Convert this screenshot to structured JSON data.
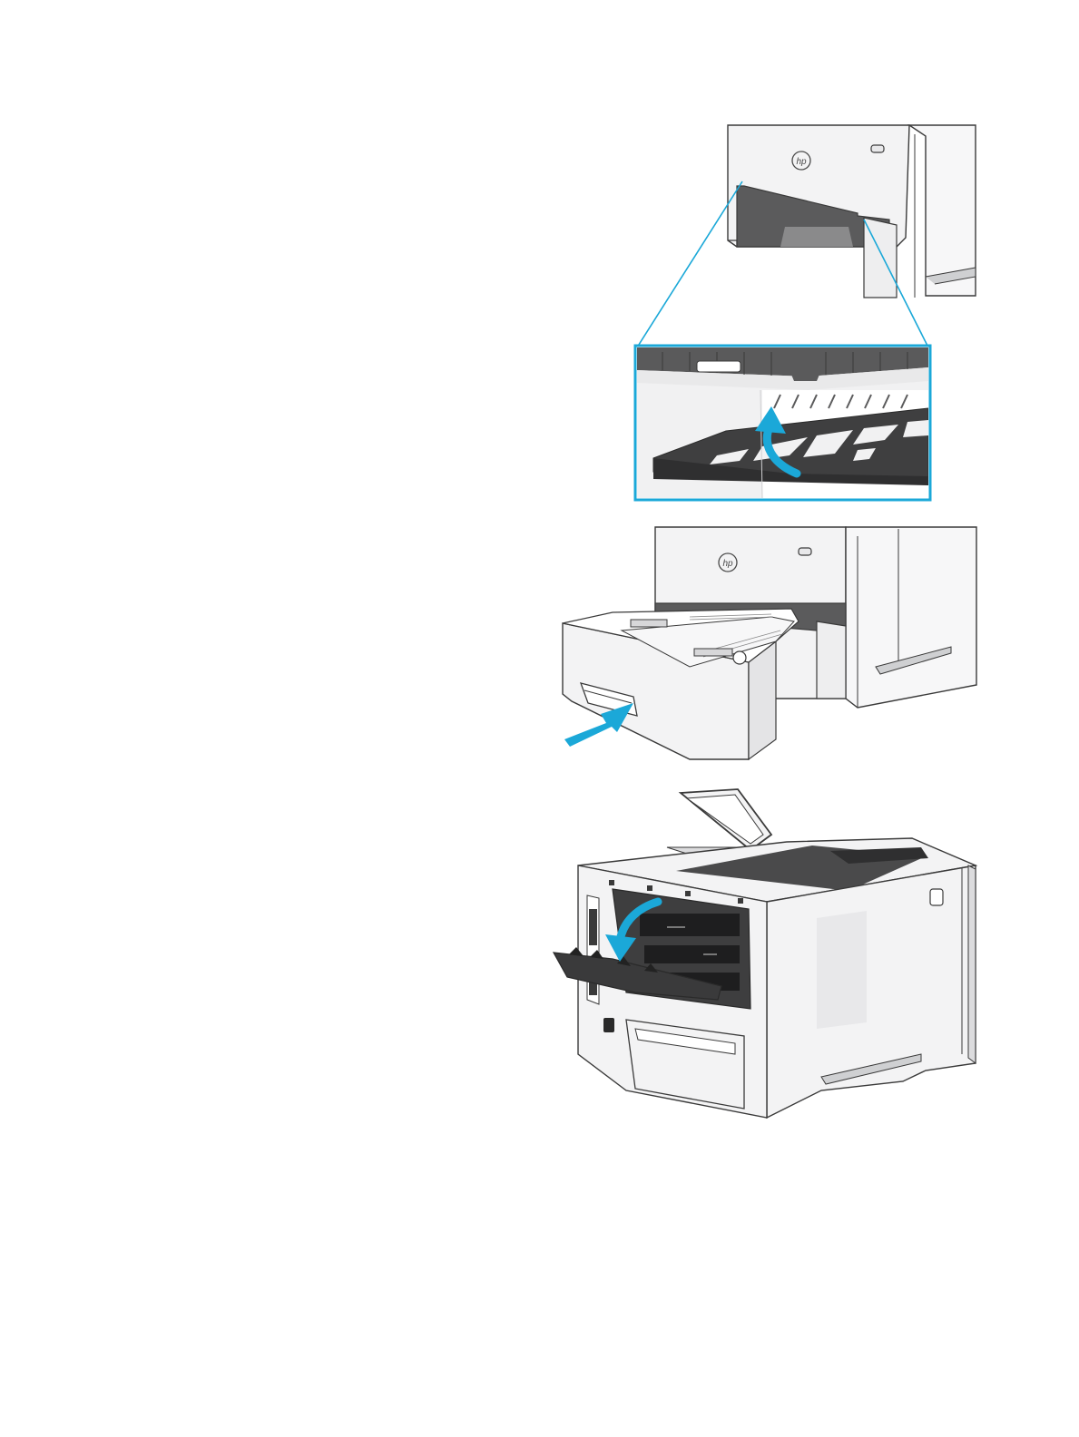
{
  "accent_color": "#1ba8d8",
  "printer_color": "#f3f3f4",
  "outline_color": "#3a3a3a",
  "dark_part_color": "#4a4a4a",
  "figures": [
    {
      "id": "tray-area",
      "icon": "printer-tray-cavity-detail",
      "arrow": "curved-up-arrow-icon"
    },
    {
      "id": "tray-insert",
      "icon": "printer-tray-insert",
      "arrow": "push-arrow-icon"
    },
    {
      "id": "rear-door",
      "icon": "printer-rear-door-open",
      "arrow": "curved-down-arrow-icon"
    }
  ]
}
